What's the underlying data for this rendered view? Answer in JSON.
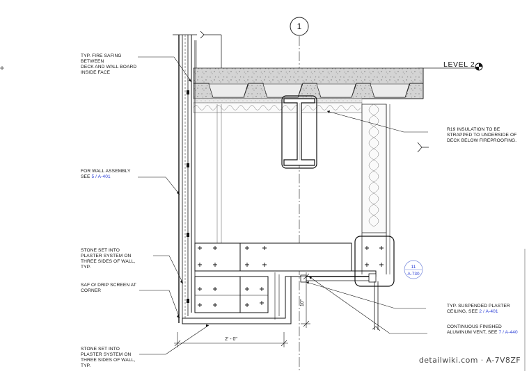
{
  "grid": {
    "label": "1"
  },
  "level": {
    "label": "LEVEL 2"
  },
  "notes_left": [
    {
      "lines": [
        "TYP. FIRE SAFING",
        "BETWEEN",
        "DECK AND WALL BOARD",
        "INSIDE FACE"
      ],
      "ref": ""
    },
    {
      "lines": [
        "FOR WALL ASSEMBLY",
        "SEE "
      ],
      "ref": "5 / A-401"
    },
    {
      "lines": [
        "STONE SET INTO",
        "PLASTER SYSTEM ON",
        "THREE SIDES OF WALL,",
        "TYP."
      ],
      "ref": ""
    },
    {
      "lines": [
        "SAF O/ DRIP SCREEN AT",
        "CORNER"
      ],
      "ref": ""
    },
    {
      "lines": [
        "STONE SET INTO",
        "PLASTER SYSTEM ON",
        "THREE SIDES OF WALL,",
        "TYP."
      ],
      "ref": ""
    }
  ],
  "notes_right": [
    {
      "lines": [
        "R19 INSULATION TO BE",
        "STRAPPED TO UNDERSIDE OF",
        "DECK BELOW FIREPROOFING."
      ],
      "ref": ""
    },
    {
      "lines": [
        "TYP. SUSPENDED PLASTER",
        "CEILING, SEE "
      ],
      "ref": "2 / A-401"
    },
    {
      "lines": [
        "CONTINUOUS FINISHED",
        "ALUMINUM VENT, SEE "
      ],
      "ref": "7 / A-440"
    }
  ],
  "detail_tag": {
    "number": "11",
    "sheet": "A-730"
  },
  "dimensions": {
    "horizontal": "2' - 0\"",
    "vertical": "10\""
  },
  "watermark": "detailwiki.com · A-7V8ZF"
}
